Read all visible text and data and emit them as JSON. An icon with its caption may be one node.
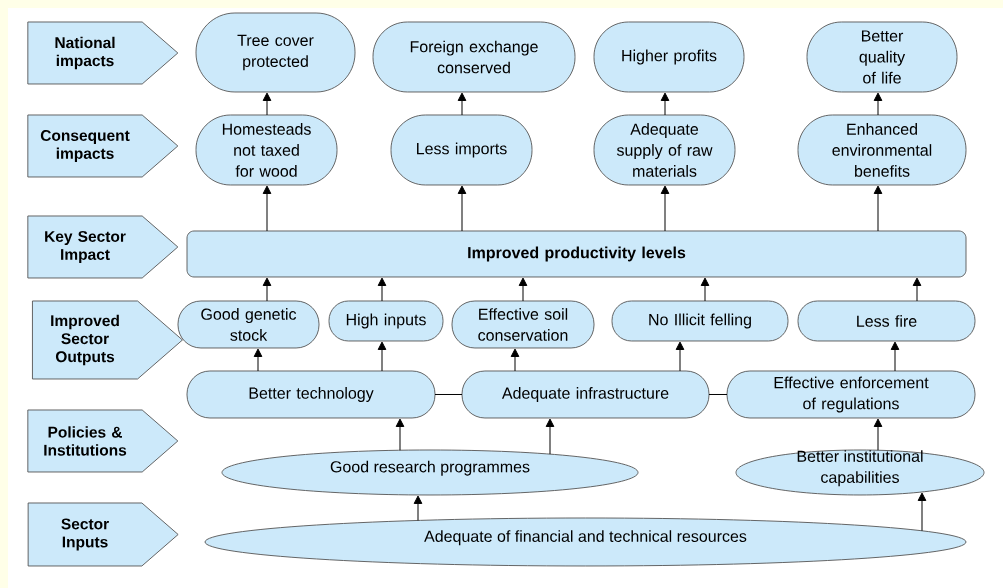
{
  "diagram": {
    "nodes": [
      {
        "text": [
          "National impacts"
        ]
      },
      {
        "text": [
          "Tree cover protected"
        ]
      },
      {
        "text": [
          "Foreign exchange conserved"
        ]
      },
      {
        "text": [
          "Higher profits"
        ]
      },
      {
        "text": [
          "Better quality of life"
        ]
      },
      {
        "text": [
          "Consequent impacts"
        ]
      },
      {
        "text": [
          "Homesteads not taxed for wood"
        ]
      },
      {
        "text": [
          "Less imports"
        ]
      },
      {
        "text": [
          "Adequate supply of raw materials"
        ]
      },
      {
        "text": [
          "Enhanced environmental benefits"
        ]
      },
      {
        "text": [
          "Key Sector Impact"
        ]
      },
      {
        "text": [
          "Improved productivity levels"
        ]
      },
      {
        "text": [
          "Improved Sector Outputs"
        ]
      },
      {
        "text": [
          "Good genetic stock"
        ]
      },
      {
        "text": [
          "High inputs"
        ]
      },
      {
        "text": [
          "Effective soil conservation"
        ]
      },
      {
        "text": [
          "No Illicit felling"
        ]
      },
      {
        "text": [
          "Less fire"
        ]
      },
      {
        "text": [
          "Better technology"
        ]
      },
      {
        "text": [
          "Adequate infrastructure"
        ]
      },
      {
        "text": [
          "Effective enforcement of regulations"
        ]
      },
      {
        "text": [
          "Policies & Institutions"
        ]
      },
      {
        "text": [
          "Good research programmes"
        ]
      },
      {
        "text": [
          "Better institutional capabilities"
        ]
      },
      {
        "text": [
          "Sector Inputs"
        ]
      },
      {
        "text": [
          "Adequate of financial and technical resources"
        ]
      }
    ],
    "edges": [
      {
        "from": 6,
        "to": 1,
        "arrow": "to"
      },
      {
        "from": 7,
        "to": 2,
        "arrow": "to"
      },
      {
        "from": 8,
        "to": 3,
        "arrow": "to"
      },
      {
        "from": 9,
        "to": 4,
        "arrow": "to"
      },
      {
        "from": 11,
        "to": 6,
        "arrow": "to"
      },
      {
        "from": 11,
        "to": 7,
        "arrow": "to"
      },
      {
        "from": 11,
        "to": 8,
        "arrow": "to"
      },
      {
        "from": 11,
        "to": 9,
        "arrow": "to"
      },
      {
        "from": 13,
        "to": 11,
        "arrow": "to"
      },
      {
        "from": 14,
        "to": 11,
        "arrow": "to"
      },
      {
        "from": 15,
        "to": 11,
        "arrow": "to"
      },
      {
        "from": 16,
        "to": 11,
        "arrow": "to"
      },
      {
        "from": 17,
        "to": 11,
        "arrow": "to"
      },
      {
        "from": 18,
        "to": 13,
        "arrow": "to"
      },
      {
        "from": 18,
        "to": 14,
        "arrow": "to"
      },
      {
        "from": 19,
        "to": 15,
        "arrow": "to"
      },
      {
        "from": 19,
        "to": 16,
        "arrow": "to"
      },
      {
        "from": 20,
        "to": 17,
        "arrow": "to"
      },
      {
        "from": 18,
        "to": 19,
        "arrow": "none"
      },
      {
        "from": 19,
        "to": 20,
        "arrow": "none"
      },
      {
        "from": 22,
        "to": 18,
        "arrow": "to"
      },
      {
        "from": 22,
        "to": 19,
        "arrow": "to"
      },
      {
        "from": 23,
        "to": 20,
        "arrow": "to"
      },
      {
        "from": 25,
        "to": 22,
        "arrow": "to"
      },
      {
        "from": 25,
        "to": 23,
        "arrow": "to"
      }
    ]
  }
}
